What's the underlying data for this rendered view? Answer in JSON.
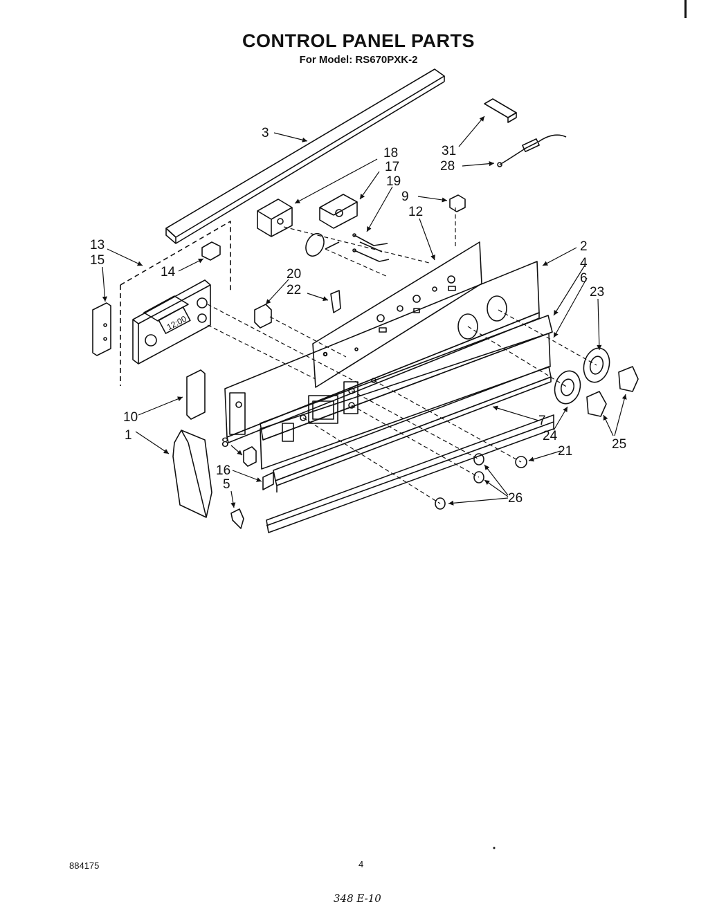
{
  "header": {
    "title": "CONTROL PANEL PARTS",
    "subtitle": "For Model: RS670PXK-2"
  },
  "diagram": {
    "callouts": [
      "1",
      "2",
      "3",
      "4",
      "5",
      "6",
      "7",
      "8",
      "9",
      "10",
      "12",
      "13",
      "14",
      "15",
      "16",
      "17",
      "18",
      "19",
      "20",
      "21",
      "22",
      "23",
      "24",
      "25",
      "26",
      "28",
      "31"
    ],
    "clock_display": "12:00"
  },
  "footer": {
    "doc_number": "884175",
    "page_number": "4",
    "handwritten_note": "348 E-10"
  }
}
